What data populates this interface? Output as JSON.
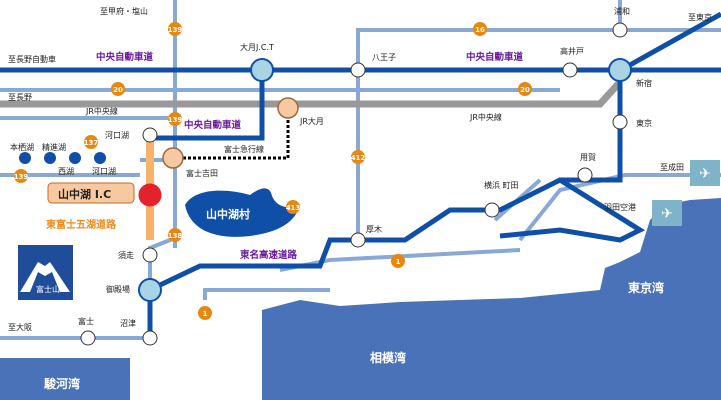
{
  "labels": {
    "to_kofu_shiozan": "至甲府・塩山",
    "to_nagano_expwy": "至長野自動車",
    "to_nagano": "至長野",
    "to_tokyo_ooizumi": "至東京",
    "to_narita": "至成田",
    "to_oosaka": "至大阪",
    "chuo_expwy_left": "中央自動車道",
    "chuo_expwy_center": "中央自動車道",
    "chuo_expwy_right": "中央自動車道",
    "jr_chuo_left": "JR中央線",
    "jr_chuo_right": "JR中央線",
    "fuji_kyuko": "富士急行線",
    "tomei": "東名高速道路",
    "higashi_fuji_goko": "東富士五湖道路",
    "jr_otsuki": "JR大月",
    "otsuki_jct": "大月J.C.T",
    "hachioji": "八王子",
    "takaidoo": "高井戸",
    "urawa": "浦和",
    "shinjuku": "新宿",
    "tokyo": "東京",
    "yoga": "用賀",
    "yokohama_machida": "横浜\n町田",
    "atsugi": "厚木",
    "kawaguchiko": "河口湖",
    "kawaguchiko_lake": "河口湖",
    "fujiyoshida": "富士吉田",
    "yamanakako_ic": "山中湖 I.C",
    "yamanakako_lake": "山中湖村",
    "subashiri": "須走",
    "gotemba": "御殿場",
    "numazu": "沼津",
    "fuji": "富士",
    "fujisan": "富士山",
    "motosu": "本栖湖",
    "shoji": "精進湖",
    "saiko": "西湖",
    "haneda": "羽田空港",
    "sagami_bay": "相模湾",
    "suruga_bay": "駿河湾",
    "tokyo_bay": "東京湾"
  },
  "routes": {
    "r139_top": "139",
    "r139_mid": "139",
    "r139_left": "139",
    "r138": "138",
    "r137": "137",
    "r20_left": "20",
    "r20_right": "20",
    "r16": "16",
    "r412": "412",
    "r413": "413",
    "r1_left": "1",
    "r1_right": "1"
  },
  "colors": {
    "expressway": "#0f4fa8",
    "local_road": "#8aa8d6",
    "railway": "#999999",
    "sea": "#4a72b8",
    "station_fill": "#a8d4e6",
    "jr_station_fill": "#f7c9a0",
    "highlight_ic": "#e3232b",
    "toll_road": "#f6b46a",
    "route_shield": "#e8870f",
    "purple_text": "#6a1b9a",
    "airport": "#7fb3c9"
  }
}
